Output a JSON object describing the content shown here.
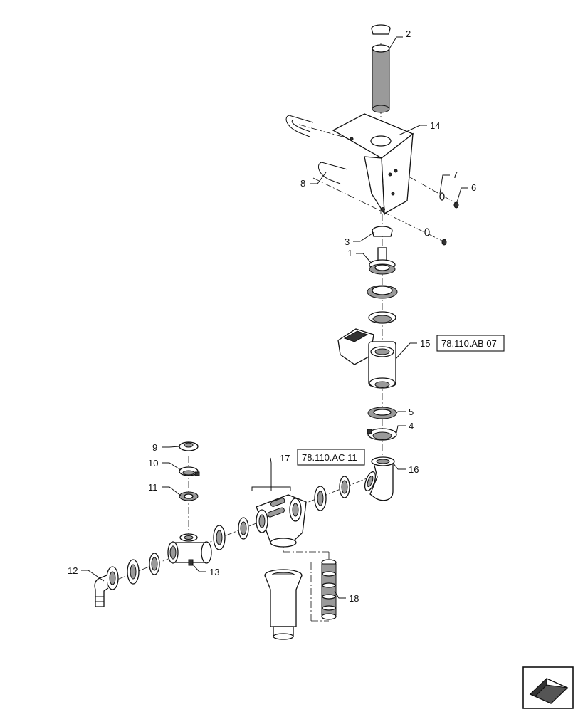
{
  "callouts": {
    "c1": "1",
    "c2": "2",
    "c3": "3",
    "c4": "4",
    "c5": "5",
    "c6": "6",
    "c7": "7",
    "c8": "8",
    "c9": "9",
    "c10": "10",
    "c11": "11",
    "c12": "12",
    "c13": "13",
    "c14": "14",
    "c15": "15",
    "c16": "16",
    "c17": "17",
    "c18": "18"
  },
  "references": {
    "valve_ref": "78.110.AB 07",
    "filter_ref": "78.110.AC 11"
  },
  "nav_icon": "previous-page-arrow-icon"
}
